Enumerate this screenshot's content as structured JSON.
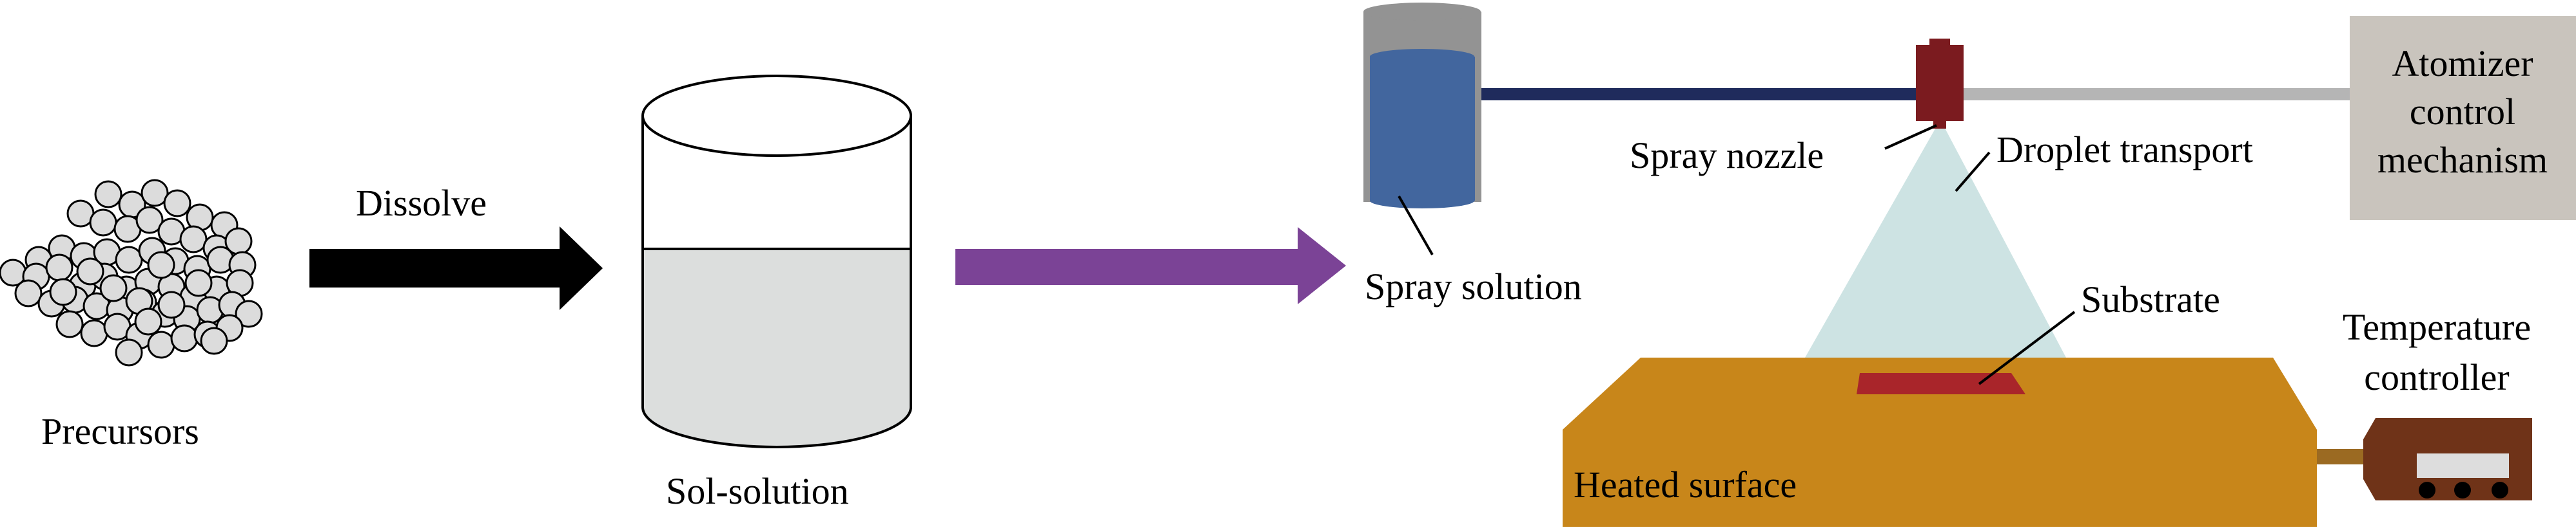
{
  "labels": {
    "precursors": "Precursors",
    "dissolve": "Dissolve",
    "sol_solution": "Sol-solution",
    "spray_solution": "Spray solution",
    "spray_nozzle": "Spray nozzle",
    "droplet_transport": "Droplet transport",
    "atomizer_line1": "Atomizer",
    "atomizer_line2": "control",
    "atomizer_line3": "mechanism",
    "substrate": "Substrate",
    "temperature_line1": "Temperature",
    "temperature_line2": "controller",
    "heated_surface": "Heated surface"
  },
  "colors": {
    "dissolve_arrow": "#000000",
    "transfer_arrow": "#7b4396",
    "particle_fill": "#dcdcdc",
    "beaker_liquid": "#dcdedd",
    "reservoir_body": "#939393",
    "reservoir_liquid": "#42669e",
    "feed_line": "#1f2b5c",
    "air_line": "#b5b5b5",
    "nozzle": "#7b1b1f",
    "spray_cone": "#cde3e3",
    "atomizer_box": "#c9c4bd",
    "heated_surface": "#c8861a",
    "substrate": "#a9252a",
    "controller_body": "#6f3318",
    "controller_display": "#dddddd",
    "connector": "#9b6a22"
  },
  "icons": {
    "precursor_particles": "particle-cluster-icon",
    "beaker": "beaker-icon",
    "reservoir": "reservoir-icon",
    "nozzle": "spray-nozzle-icon",
    "controller": "temperature-controller-icon"
  }
}
